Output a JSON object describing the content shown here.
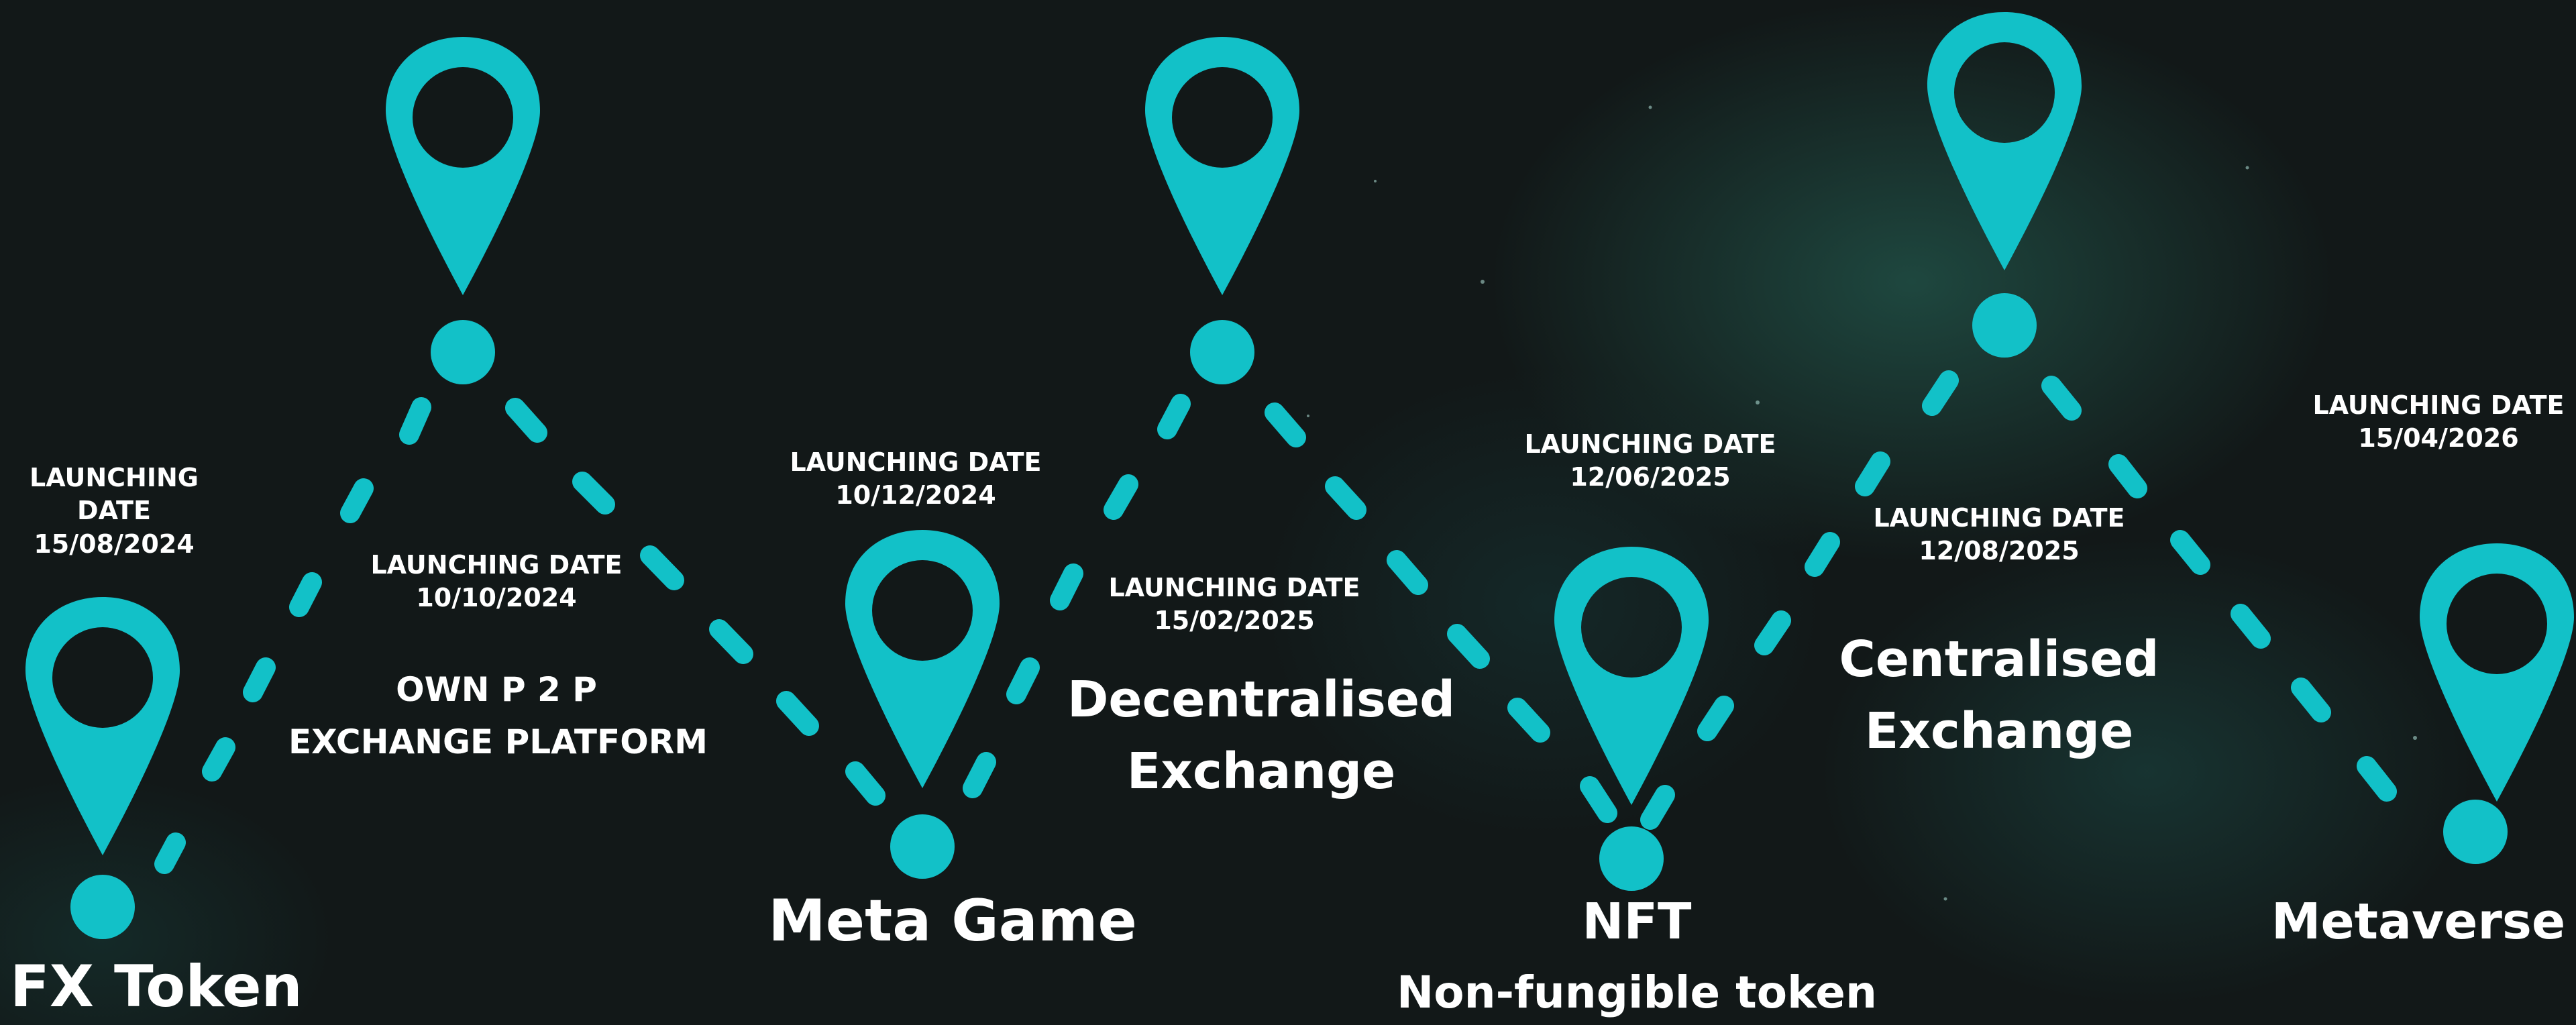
{
  "milestones": [
    {
      "id": "fx-token",
      "title_lines": [
        "FX Token"
      ],
      "date_label": "LAUNCHING DATE",
      "date_label_lines": [
        "LAUNCHING",
        "DATE"
      ],
      "date": "15/08/2024"
    },
    {
      "id": "p2p-exchange",
      "title_lines": [
        "OWN P 2 P",
        "EXCHANGE PLATFORM"
      ],
      "date_label": "LAUNCHING DATE",
      "date": "10/10/2024"
    },
    {
      "id": "meta-game",
      "title_lines": [
        "Meta Game"
      ],
      "date_label": "LAUNCHING DATE",
      "date": "10/12/2024"
    },
    {
      "id": "decentralised-exchange",
      "title_lines": [
        "Decentralised",
        "Exchange"
      ],
      "date_label": "LAUNCHING DATE",
      "date": "15/02/2025"
    },
    {
      "id": "nft",
      "title_lines": [
        "NFT"
      ],
      "subtitle": "Non-fungible token",
      "date_label": "LAUNCHING DATE",
      "date": "12/06/2025"
    },
    {
      "id": "centralised-exchange",
      "title_lines": [
        "Centralised",
        "Exchange"
      ],
      "date_label": "LAUNCHING DATE",
      "date": "12/08/2025"
    },
    {
      "id": "metaverse",
      "title_lines": [
        "Metaverse"
      ],
      "date_label": "LAUNCHING DATE",
      "date": "15/04/2026"
    }
  ],
  "colors": {
    "accent": "#12c1c8",
    "background": "#121818",
    "text": "#ffffff"
  }
}
